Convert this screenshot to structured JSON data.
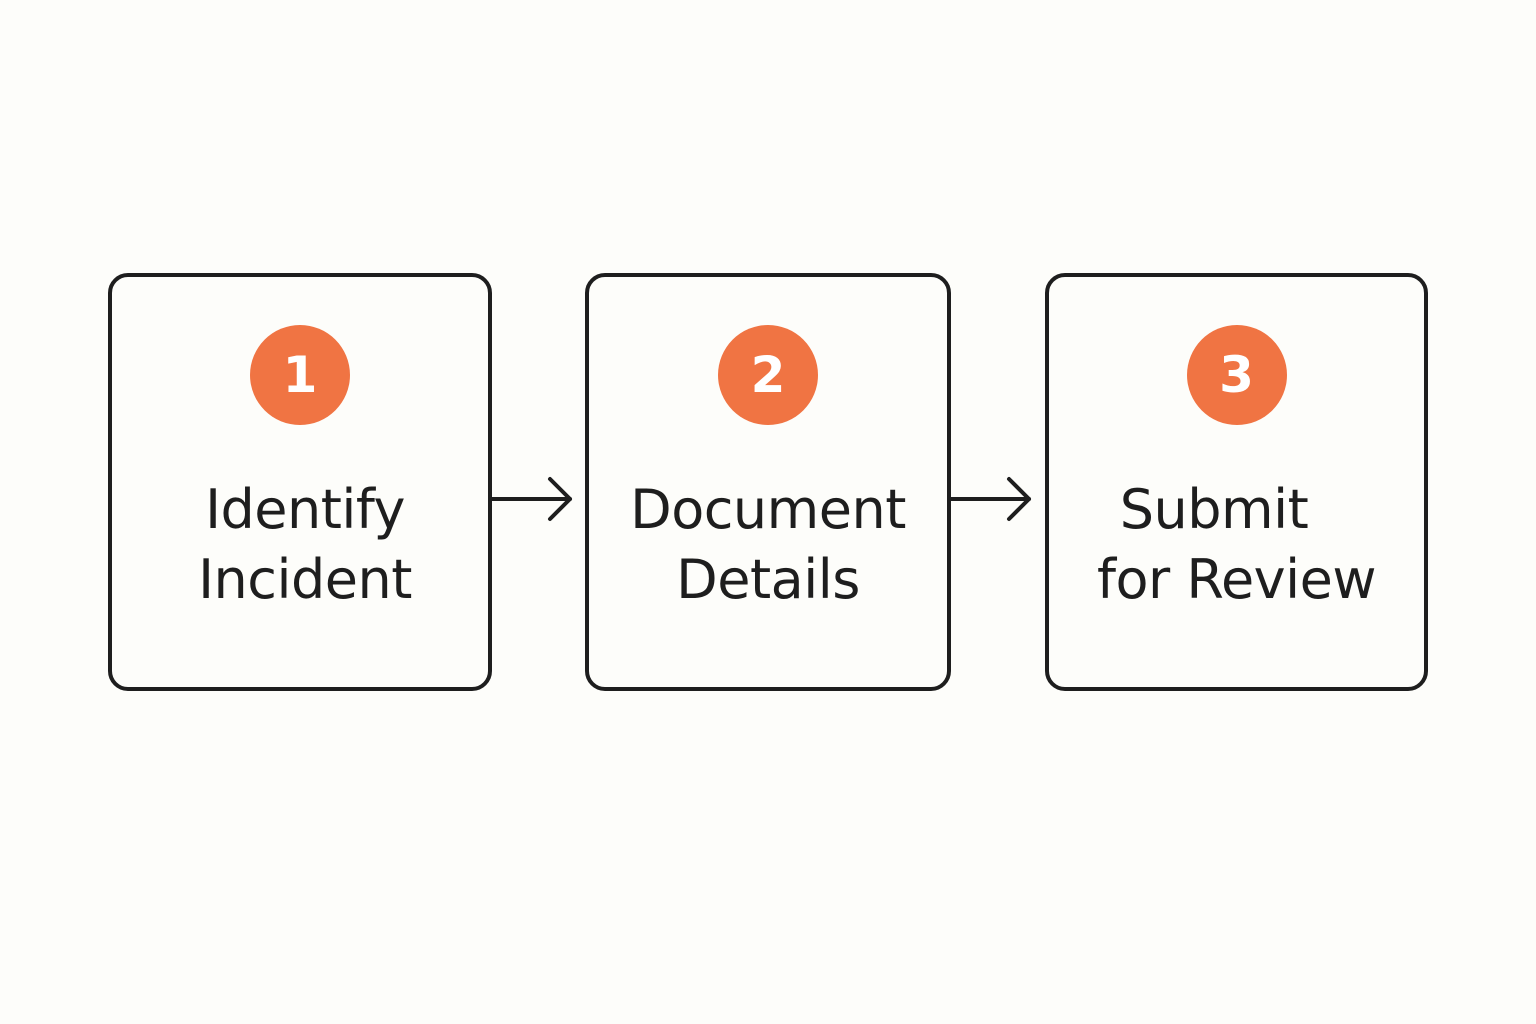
{
  "colors": {
    "accent": "#f07443",
    "stroke": "#1e1e1e",
    "background": "#fdfdfa"
  },
  "steps": [
    {
      "number": "1",
      "label_line1": "Identify",
      "label_line2": "Incident"
    },
    {
      "number": "2",
      "label_line1": "Document",
      "label_line2": "Details"
    },
    {
      "number": "3",
      "label_line1": "Submit",
      "label_line2": "for Review"
    }
  ],
  "connectors": [
    {
      "icon": "arrow-right-icon",
      "from": "1",
      "to": "2"
    },
    {
      "icon": "arrow-right-icon",
      "from": "2",
      "to": "3"
    }
  ]
}
